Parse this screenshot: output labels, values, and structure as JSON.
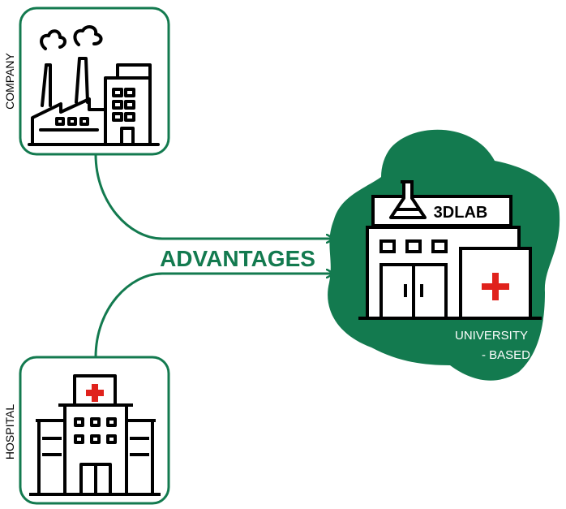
{
  "colors": {
    "accent_green": "#137a4f",
    "cross_red": "#e0221c",
    "line_black": "#000000"
  },
  "nodes": {
    "company": {
      "label": "COMPANY",
      "icon": "factory-icon"
    },
    "hospital": {
      "label": "HOSPITAL",
      "icon": "hospital-icon"
    },
    "lab": {
      "sign": "3DLAB",
      "caption_line1": "UNIVERSITY",
      "caption_line2": "- BASED",
      "icon": "lab-building-icon"
    }
  },
  "edges": {
    "label": "ADVANTAGES"
  }
}
